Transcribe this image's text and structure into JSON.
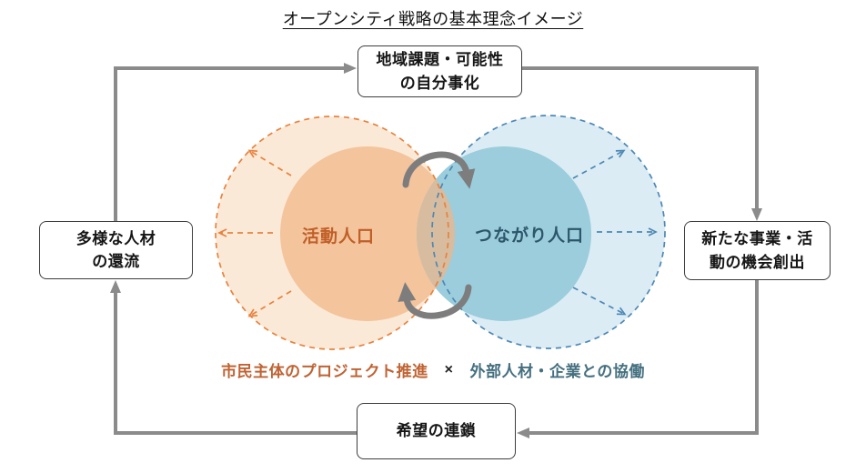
{
  "title": "オープンシティ戦略の基本理念イメージ",
  "cycle_boxes": {
    "top": "地域課題・可能性\nの自分事化",
    "right": "新たな事業・活\n動の機会創出",
    "bottom": "希望の連鎖",
    "left": "多様な人材\nの還流"
  },
  "venn": {
    "left_circle_label": "活動人口",
    "right_circle_label": "つながり人口"
  },
  "caption": {
    "left": "市民主体のプロジェクト推進",
    "separator": "×",
    "right": "外部人材・企業との協働"
  },
  "colors": {
    "orange-light": "#fbe9d7",
    "orange-solid": "#f4c49c",
    "orange-dash": "#e8823d",
    "orange-text": "#c05f28",
    "blue-light": "#dcecf4",
    "blue-solid": "#9bcddc",
    "blue-dash": "#4d88b5",
    "blue-text": "#2d566b",
    "lens-tan": "#d7bc9f",
    "caption-orange": "#bf6333",
    "caption-blue": "#45707f",
    "gray-line": "#8b8b8b",
    "gray-curve": "#7d7d7d"
  }
}
